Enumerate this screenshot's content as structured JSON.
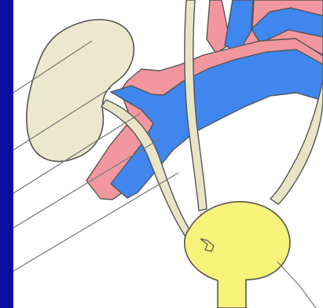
{
  "diagram": {
    "colors": {
      "frame": "#0a0ea3",
      "background": "#ffffff",
      "artery": "#f2979f",
      "vein": "#3f86ee",
      "kidney": "#ebe8cd",
      "ureter": "#e8e5c7",
      "bladder": "#f7f27a",
      "outline": "#555555",
      "leader_line": "#777777"
    },
    "parts": [
      {
        "name": "kidney"
      },
      {
        "name": "artery"
      },
      {
        "name": "vein"
      },
      {
        "name": "ureter"
      },
      {
        "name": "bladder"
      },
      {
        "name": "urethra"
      }
    ]
  }
}
